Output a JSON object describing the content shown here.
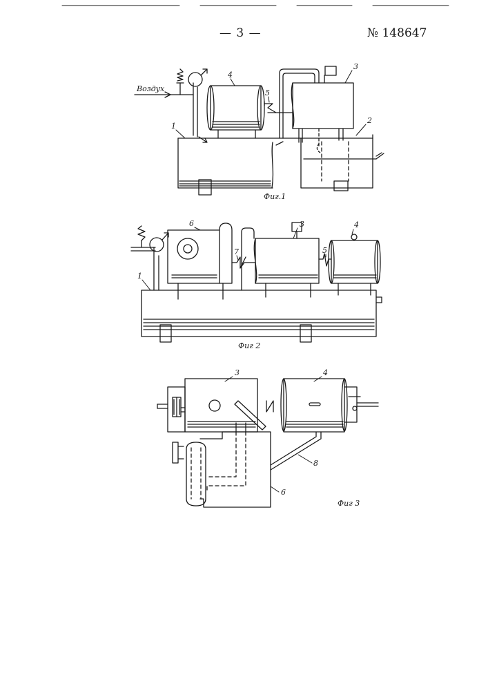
{
  "header": {
    "page_number": "— 3 —",
    "patent_number": "№ 148647"
  },
  "figures": {
    "fig1": {
      "caption": "Фиг.1",
      "inlet_label": "Воздух",
      "labels": [
        "1",
        "2",
        "3",
        "4",
        "5"
      ]
    },
    "fig2": {
      "caption": "Фиг 2",
      "labels": [
        "1",
        "3",
        "4",
        "5",
        "6",
        "7"
      ]
    },
    "fig3": {
      "caption": "Фиг 3",
      "labels": [
        "3",
        "4",
        "6",
        "8"
      ]
    }
  }
}
